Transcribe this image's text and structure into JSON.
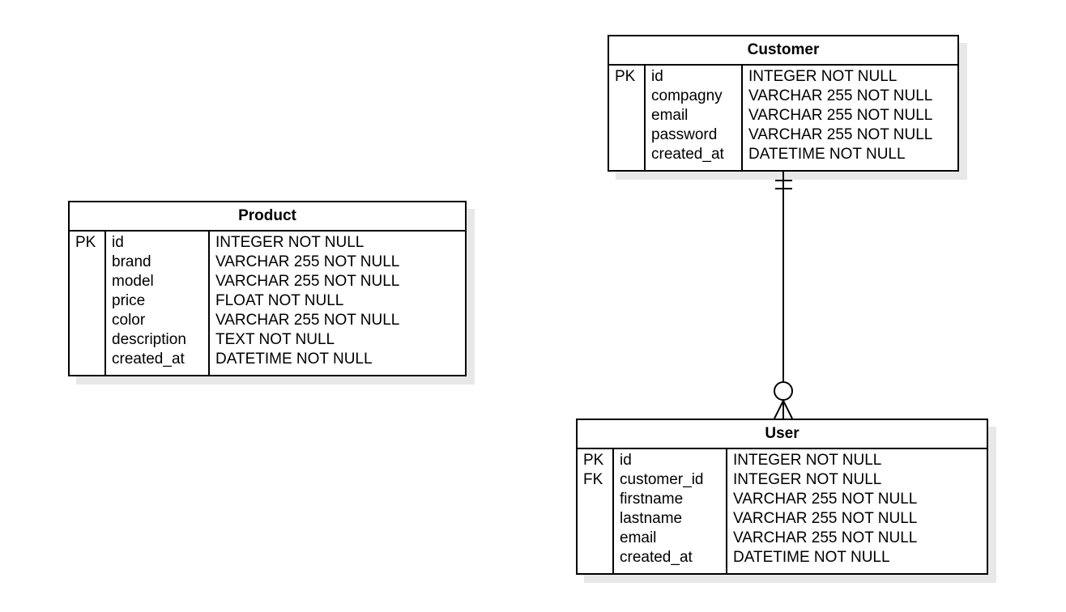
{
  "entities": {
    "customer": {
      "title": "Customer",
      "rows": [
        {
          "key": "PK",
          "name": "id",
          "type": "INTEGER NOT NULL"
        },
        {
          "key": "",
          "name": "compagny",
          "type": "VARCHAR 255 NOT NULL"
        },
        {
          "key": "",
          "name": "email",
          "type": "VARCHAR 255 NOT NULL"
        },
        {
          "key": "",
          "name": "password",
          "type": "VARCHAR 255 NOT NULL"
        },
        {
          "key": "",
          "name": "created_at",
          "type": "DATETIME NOT NULL"
        }
      ]
    },
    "product": {
      "title": "Product",
      "rows": [
        {
          "key": "PK",
          "name": "id",
          "type": "INTEGER NOT NULL"
        },
        {
          "key": "",
          "name": "brand",
          "type": "VARCHAR 255 NOT NULL"
        },
        {
          "key": "",
          "name": "model",
          "type": "VARCHAR 255 NOT NULL"
        },
        {
          "key": "",
          "name": "price",
          "type": "FLOAT NOT NULL"
        },
        {
          "key": "",
          "name": "color",
          "type": "VARCHAR 255 NOT NULL"
        },
        {
          "key": "",
          "name": "description",
          "type": "TEXT NOT NULL"
        },
        {
          "key": "",
          "name": "created_at",
          "type": "DATETIME NOT NULL"
        }
      ]
    },
    "user": {
      "title": "User",
      "rows": [
        {
          "key": "PK",
          "name": "id",
          "type": "INTEGER NOT NULL"
        },
        {
          "key": "FK",
          "name": "customer_id",
          "type": "INTEGER NOT NULL"
        },
        {
          "key": "",
          "name": "firstname",
          "type": "VARCHAR 255 NOT NULL"
        },
        {
          "key": "",
          "name": "lastname",
          "type": "VARCHAR 255 NOT NULL"
        },
        {
          "key": "",
          "name": "email",
          "type": "VARCHAR 255 NOT NULL"
        },
        {
          "key": "",
          "name": "created_at",
          "type": "DATETIME NOT NULL"
        }
      ]
    }
  },
  "relationships": [
    {
      "from": "customer",
      "to": "user",
      "from_cardinality": "exactly-one",
      "to_cardinality": "zero-or-many"
    }
  ],
  "colors": {
    "line": "#000000",
    "background": "#ffffff",
    "shadow": "#e8e8e8"
  }
}
